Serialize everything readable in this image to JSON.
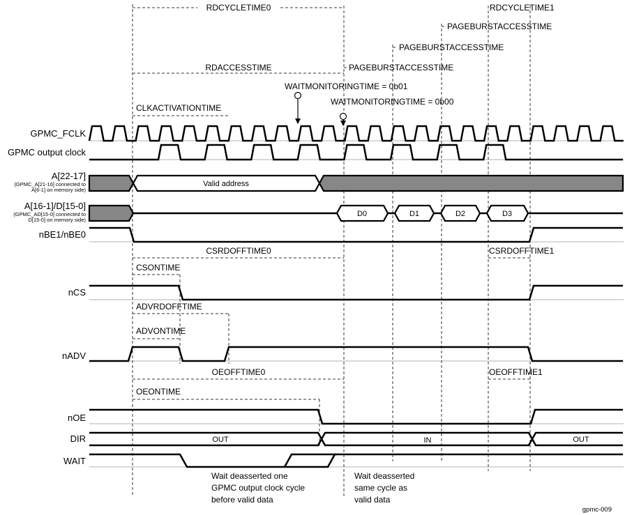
{
  "figure": {
    "code": "gpmc-009"
  },
  "timing_labels": {
    "rdcycletime0": "RDCYCLETIME0",
    "rdcycletime1": "RDCYCLETIME1",
    "pageburstaccesstime_1": "PAGEBURSTACCESSTIME",
    "pageburstaccesstime_2": "PAGEBURSTACCESSTIME",
    "pageburstaccesstime_3": "PAGEBURSTACCESSTIME",
    "rdaccesstime": "RDACCESSTIME",
    "waitmonitoringtime_0b01": "WAITMONITORINGTIME = 0b01",
    "waitmonitoringtime_0b00": "WAITMONITORINGTIME = 0b00",
    "clkactivationtime": "CLKACTIVATIONTIME",
    "csrdofftime0": "CSRDOFFTIME0",
    "csrdofftime1": "CSRDOFFTIME1",
    "csontime": "CSONTIME",
    "advrdofftime": "ADVRDOFFTIME",
    "advontime": "ADVONTIME",
    "oeofftime0": "OEOFFTIME0",
    "oeofftime1": "OEOFFTIME1",
    "oeontime": "OEONTIME"
  },
  "signals": {
    "gpmc_fclk": {
      "label": "GPMC_FCLK"
    },
    "gpmc_output_clock": {
      "label": "GPMC output clock"
    },
    "addr_high": {
      "label": "A[22-17]",
      "sublabel_line1": "(GPMC_A[21-16] connected to",
      "sublabel_line2": "A[6-1] on memory side)",
      "valid_text": "Valid address"
    },
    "addr_data": {
      "label": "A[16-1]/D[15-0]",
      "sublabel_line1": "(GPMC_AD[15-0] connected to",
      "sublabel_line2": "D[15-0] on memory side)",
      "beats": [
        "D0",
        "D1",
        "D2",
        "D3"
      ]
    },
    "nbe": {
      "label": "nBE1/nBE0"
    },
    "ncs": {
      "label": "nCS"
    },
    "nadv": {
      "label": "nADV"
    },
    "noe": {
      "label": "nOE"
    },
    "dir": {
      "label": "DIR",
      "phase1": "OUT",
      "phase2": "IN",
      "phase3": "OUT"
    },
    "wait": {
      "label": "WAIT"
    }
  },
  "notes": {
    "wait_0b01": [
      "Wait deasserted one",
      "GPMC output clock cycle",
      "before valid data"
    ],
    "wait_0b00": [
      "Wait deasserted",
      "same cycle as",
      "valid data"
    ]
  },
  "colors": {
    "line": "#000000",
    "bus_fill": "#878787",
    "background": "#ffffff"
  }
}
